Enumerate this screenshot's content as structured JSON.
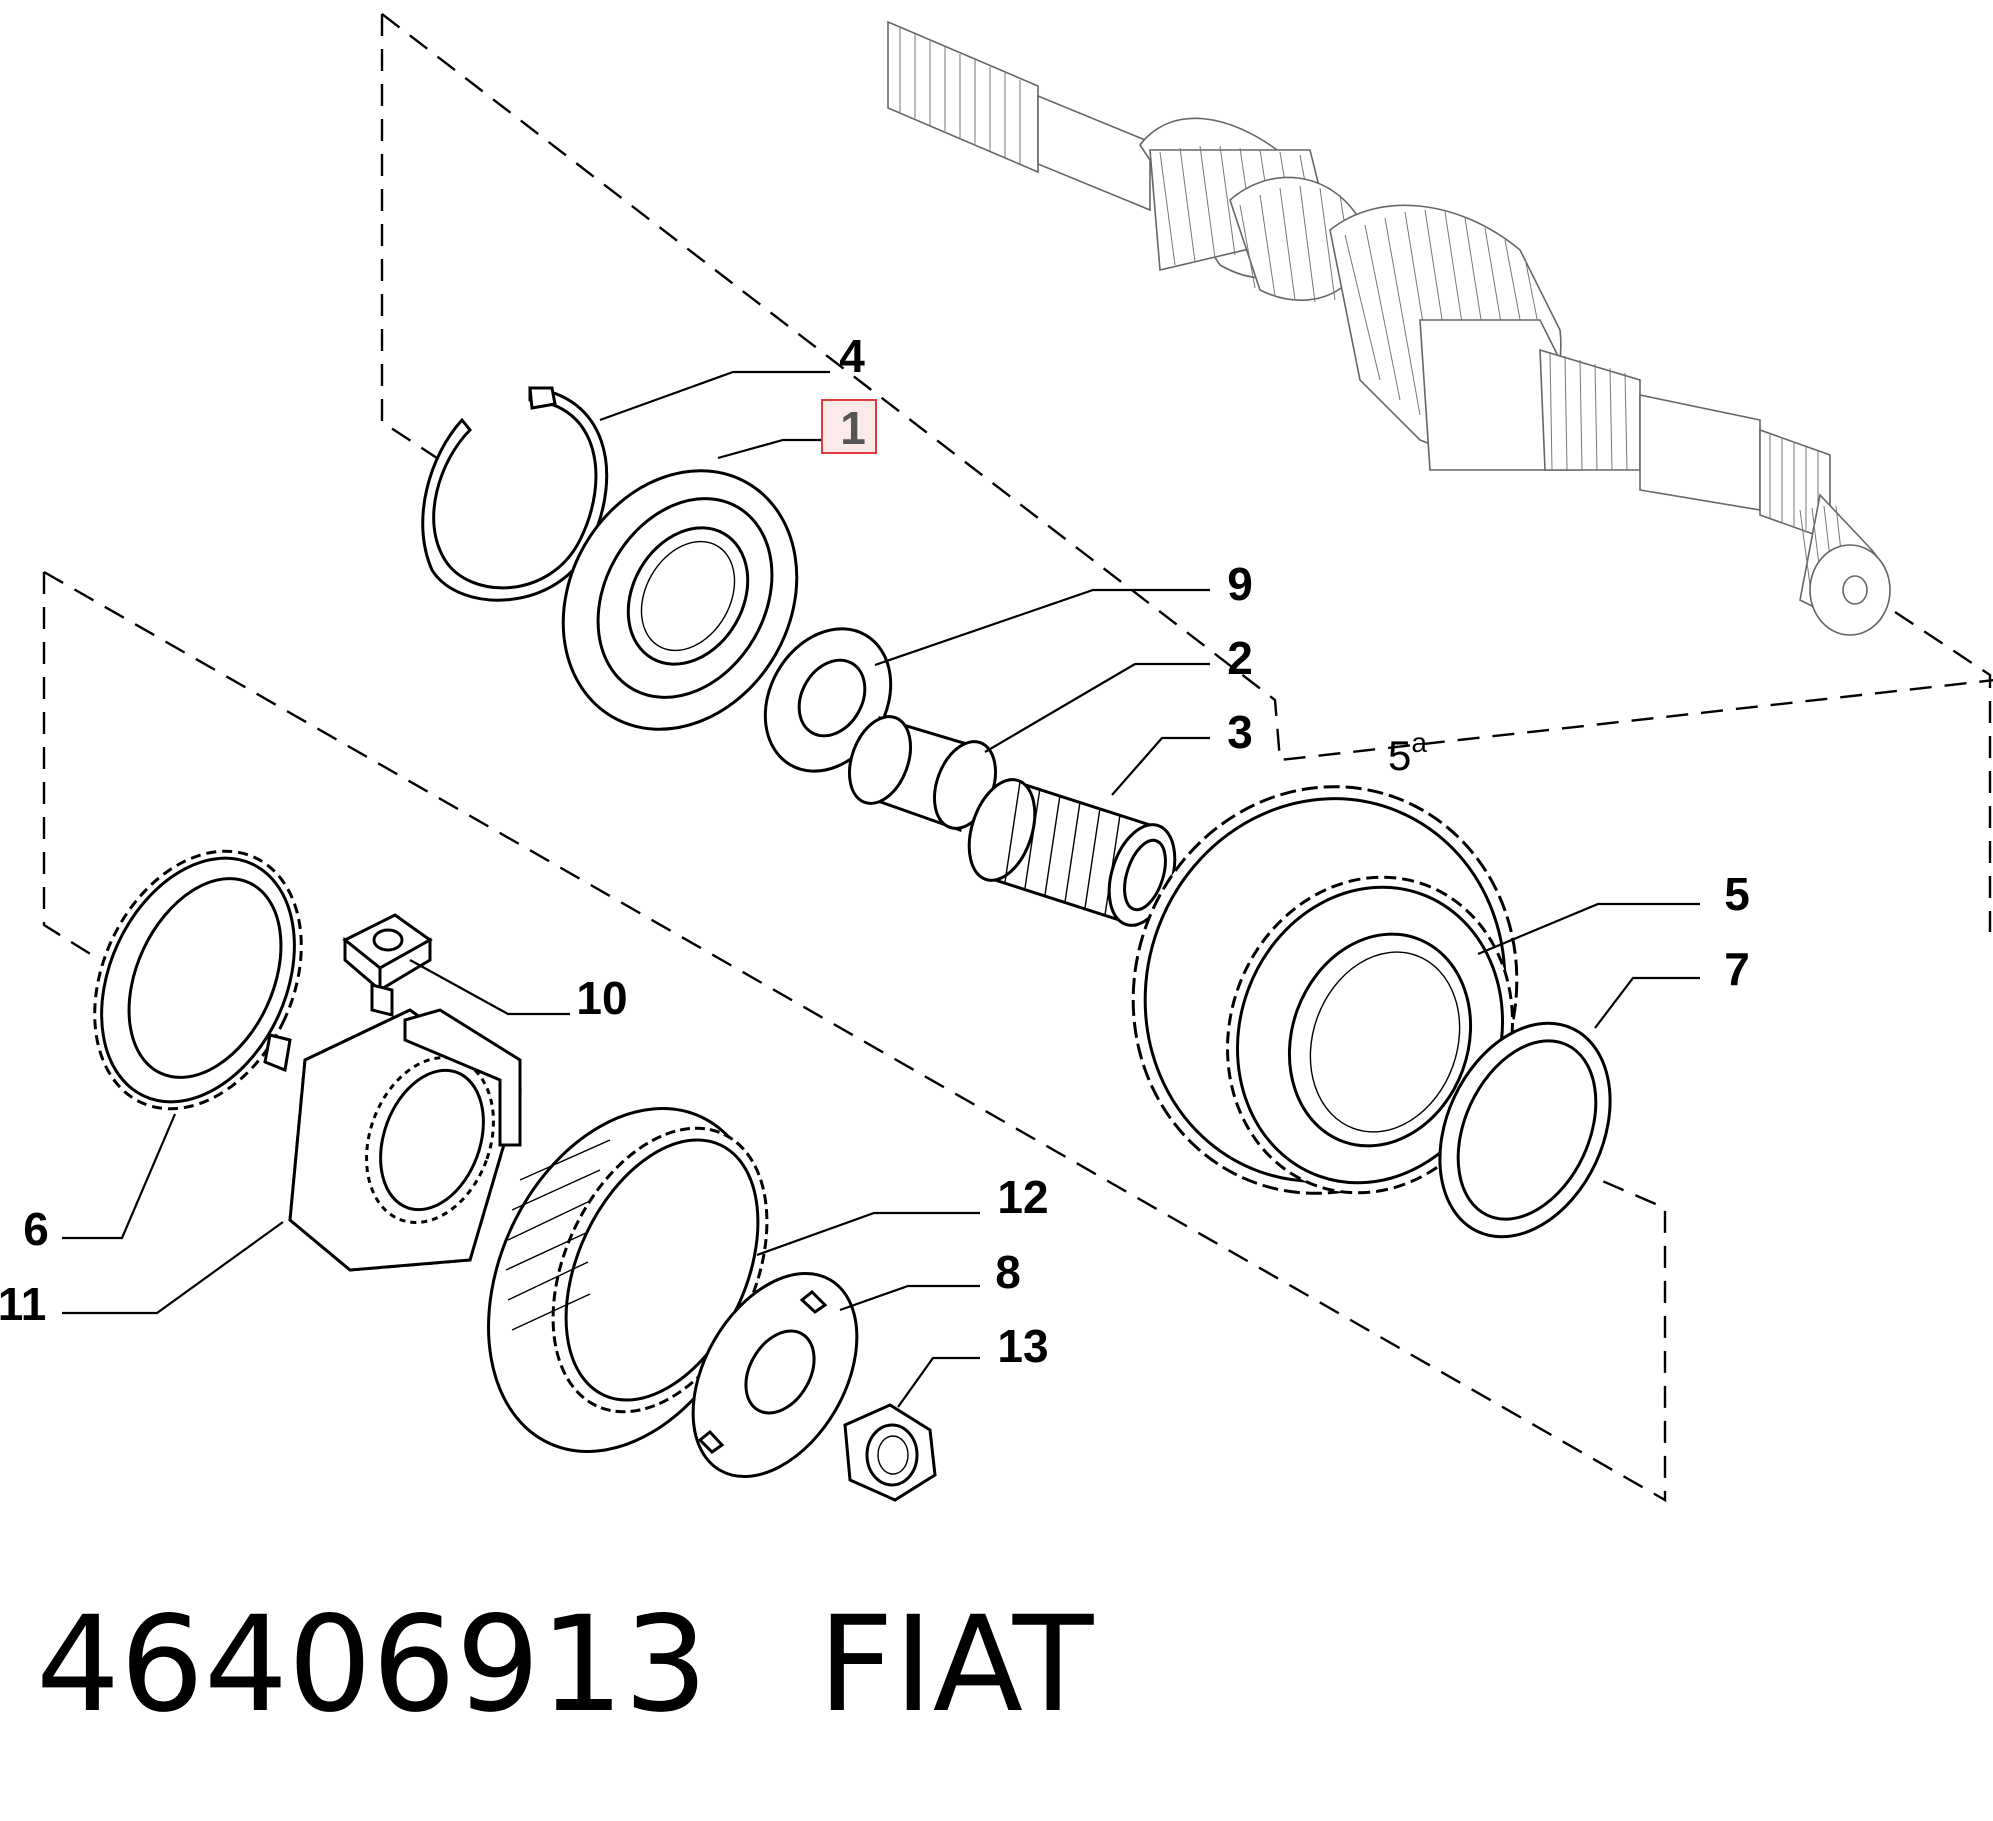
{
  "diagram": {
    "highlight_color": "#e03c3c",
    "gear_label": "5",
    "gear_label_sup": "a",
    "parts": [
      {
        "id": "p1",
        "label": "1",
        "highlighted": true
      },
      {
        "id": "p2",
        "label": "2"
      },
      {
        "id": "p3",
        "label": "3"
      },
      {
        "id": "p4",
        "label": "4"
      },
      {
        "id": "p5",
        "label": "5"
      },
      {
        "id": "p6",
        "label": "6"
      },
      {
        "id": "p7",
        "label": "7"
      },
      {
        "id": "p8",
        "label": "8"
      },
      {
        "id": "p9",
        "label": "9"
      },
      {
        "id": "p10",
        "label": "10"
      },
      {
        "id": "p11",
        "label": "11"
      },
      {
        "id": "p12",
        "label": "12"
      },
      {
        "id": "p13",
        "label": "13"
      }
    ]
  },
  "footer": {
    "part_number": "46406913",
    "brand": "FIAT"
  }
}
